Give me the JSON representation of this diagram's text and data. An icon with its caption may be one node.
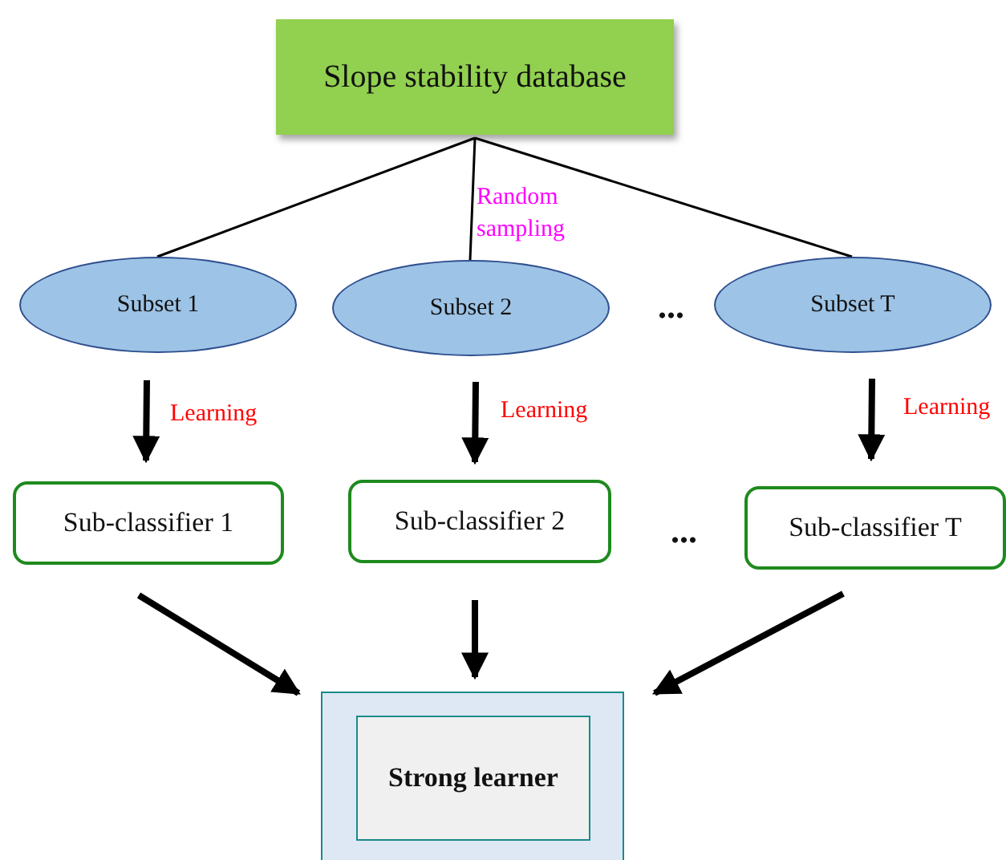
{
  "diagram": {
    "nodes": [
      {
        "text": [
          "Slope stability database"
        ]
      },
      {
        "text": [
          "Subset 1"
        ]
      },
      {
        "text": [
          "Subset 2"
        ]
      },
      {
        "text": [
          "Subset T"
        ]
      },
      {
        "text": [
          "Sub-classifier 1"
        ]
      },
      {
        "text": [
          "Sub-classifier 2"
        ]
      },
      {
        "text": [
          "Sub-classifier T"
        ]
      },
      {
        "text": [],
        "shape": "box"
      },
      {
        "text": [
          "Strong learner"
        ],
        "in": 7
      }
    ],
    "edges": [
      {
        "from": 0,
        "to": 1,
        "arrow": "none"
      },
      {
        "from": 0,
        "to": 2,
        "arrow": "none",
        "label": "Random sampling"
      },
      {
        "from": 0,
        "to": 3,
        "arrow": "none"
      },
      {
        "from": 1,
        "to": 4,
        "arrow": "to",
        "label": "Learning"
      },
      {
        "from": 2,
        "to": 5,
        "arrow": "to",
        "label": "Learning"
      },
      {
        "from": 3,
        "to": 6,
        "arrow": "to",
        "label": "Learning"
      },
      {
        "from": 4,
        "to": 7,
        "arrow": "to"
      },
      {
        "from": 5,
        "to": 7,
        "arrow": "to"
      },
      {
        "from": 6,
        "to": 7,
        "arrow": "to"
      }
    ],
    "labels": [
      "...",
      "..."
    ]
  }
}
